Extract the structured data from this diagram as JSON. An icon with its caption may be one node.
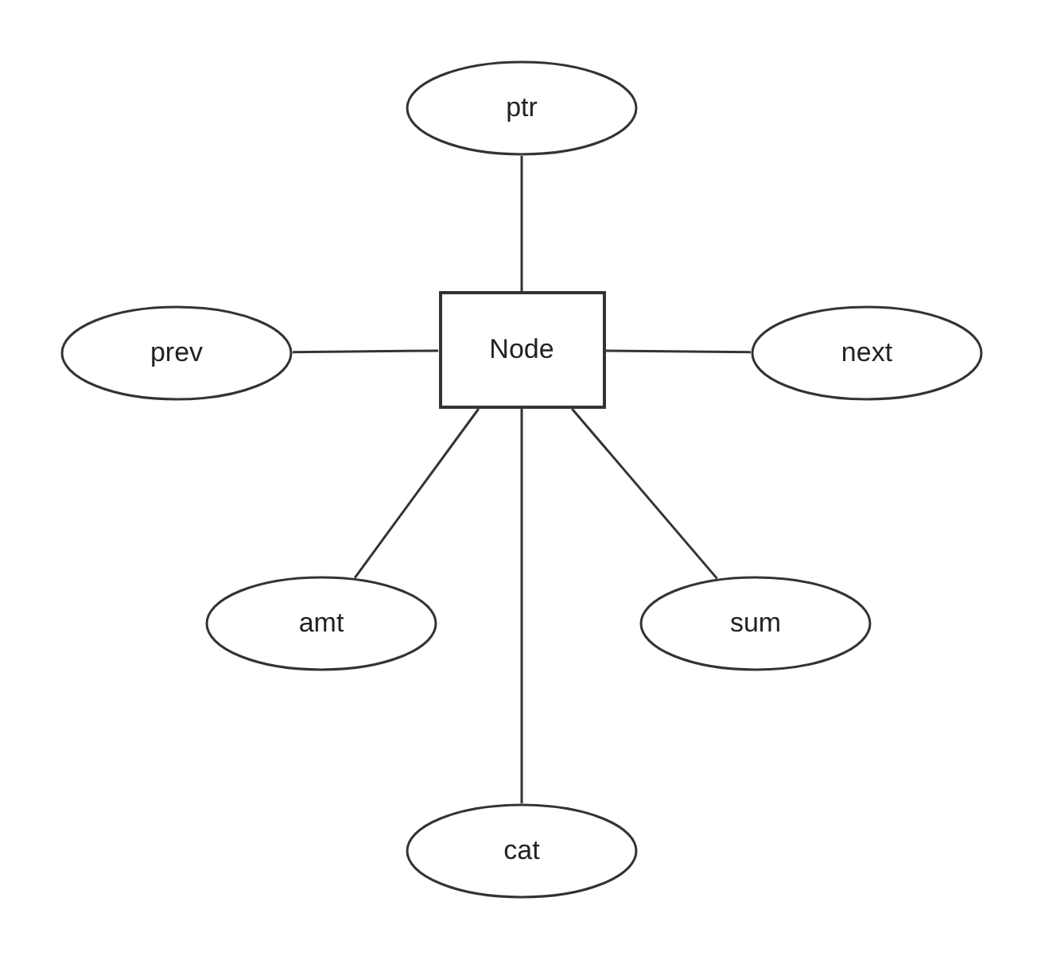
{
  "diagram": {
    "nodes": [
      {
        "text": [
          "ptr"
        ]
      },
      {
        "text": [
          "prev"
        ]
      },
      {
        "text": [
          "Node"
        ]
      },
      {
        "text": [
          "next"
        ]
      },
      {
        "text": [
          "amt"
        ]
      },
      {
        "text": [
          "sum"
        ]
      },
      {
        "text": [
          "cat"
        ]
      }
    ],
    "edges": [
      {
        "from": 2,
        "to": 0,
        "arrow": "none"
      },
      {
        "from": 2,
        "to": 1,
        "arrow": "none"
      },
      {
        "from": 2,
        "to": 3,
        "arrow": "none"
      },
      {
        "from": 2,
        "to": 4,
        "arrow": "none"
      },
      {
        "from": 2,
        "to": 5,
        "arrow": "none"
      },
      {
        "from": 2,
        "to": 6,
        "arrow": "none"
      }
    ]
  }
}
